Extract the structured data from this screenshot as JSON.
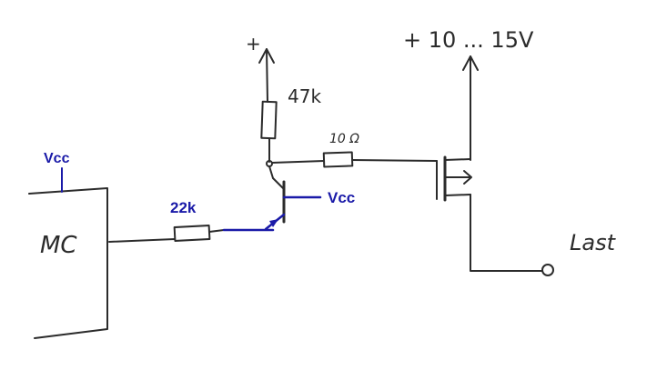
{
  "colors": {
    "paper": "#ffffff",
    "pencil": "#2b2b2b",
    "annotation": "#1a1aa8"
  },
  "labels": {
    "mc": "MC",
    "vcc_mc": "Vcc",
    "vcc_transistor": "Vcc",
    "resistor_base": "22k",
    "resistor_pullup": "47k",
    "resistor_gate": "10 Ω",
    "supply_plus": "+",
    "supply_mosfet": "+ 10 ... 15V",
    "load": "Last"
  },
  "icons": {
    "supply_arrow": "arrow-up-icon",
    "load_terminal": "terminal-circle-icon"
  }
}
